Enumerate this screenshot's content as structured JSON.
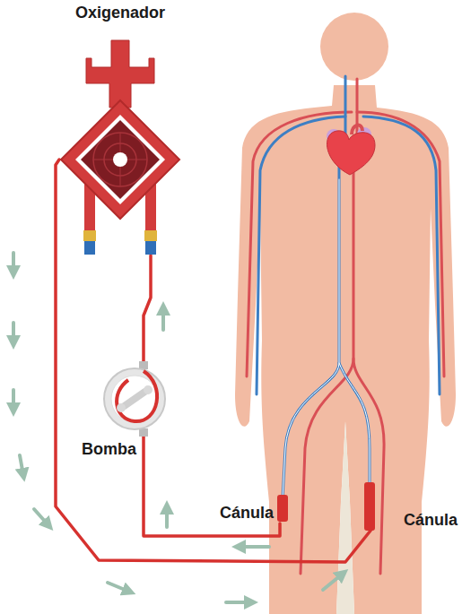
{
  "diagram": {
    "nodes": [
      {
        "text": [
          "Oxigenador"
        ]
      },
      {
        "text": [
          "Bomba"
        ]
      },
      {
        "text": [
          "Cánula"
        ]
      },
      {
        "text": [
          "Cánula"
        ]
      }
    ],
    "edges": [
      {
        "from": 2,
        "to": 1,
        "arrow": "none"
      },
      {
        "from": 1,
        "to": 0,
        "arrow": "none"
      },
      {
        "from": 0,
        "to": 3,
        "arrow": "none"
      }
    ]
  }
}
